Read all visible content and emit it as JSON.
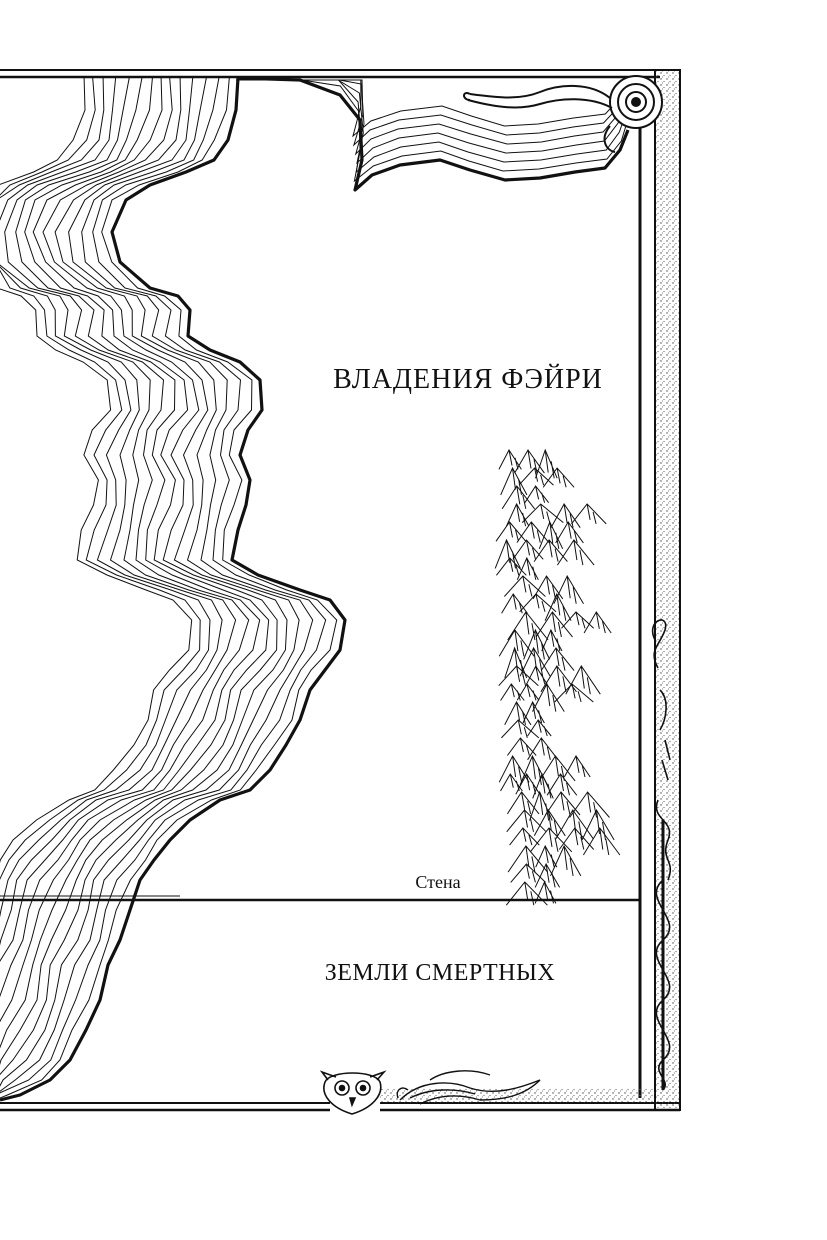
{
  "map": {
    "regions": {
      "faerie": "ВЛАДЕНИЯ ФЭЙРИ",
      "mortal": "ЗЕМЛИ СМЕРТНЫХ"
    },
    "wall_label": "Стена",
    "colors": {
      "ink": "#111111",
      "paper": "#ffffff",
      "stipple": "#555555"
    },
    "icons": [
      "scroll-flourish-icon",
      "owl-icon",
      "bird-icon",
      "serpent-staff-icon",
      "mountain-range-icon"
    ]
  }
}
